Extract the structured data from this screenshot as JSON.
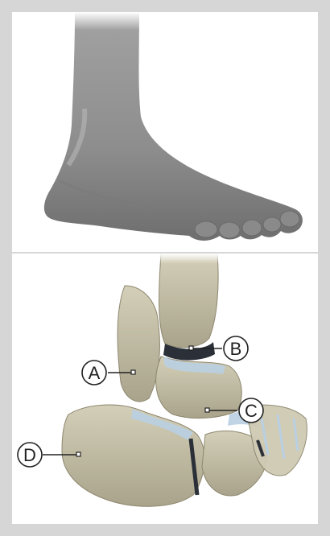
{
  "figure": {
    "top_panel": {
      "subject": "foot-surface-model"
    },
    "bottom_panel": {
      "subject": "ankle-bones"
    },
    "callouts": [
      {
        "id": "a",
        "letter": "A"
      },
      {
        "id": "b",
        "letter": "B"
      },
      {
        "id": "c",
        "letter": "C"
      },
      {
        "id": "d",
        "letter": "D"
      }
    ]
  },
  "colors": {
    "frame": "#d6d6d6",
    "skin": "#9e9e9e",
    "bone": "#c9c3ab",
    "cartilage": "#b9cfe2"
  }
}
